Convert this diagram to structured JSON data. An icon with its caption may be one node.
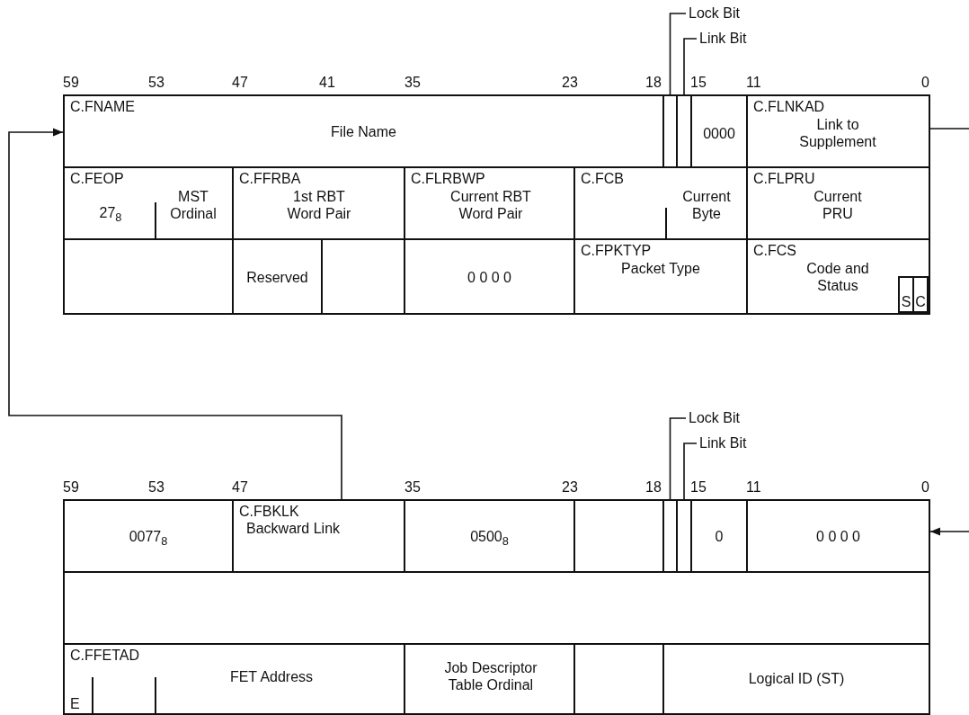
{
  "diagram": {
    "nodes": [
      {
        "text": [
          "Lock Bit"
        ]
      },
      {
        "text": [
          "Link Bit"
        ]
      },
      {
        "text": [
          "C.FNAME",
          "File Name"
        ]
      },
      {
        "text": [],
        "shape": "box"
      },
      {
        "text": [],
        "shape": "box"
      },
      {
        "text": [
          "0000"
        ]
      },
      {
        "text": [
          "C.FLNKAD",
          "Link to Supplement"
        ]
      },
      {
        "text": [
          "C.FEOP",
          "27$_{8}$",
          "MST Ordinal"
        ]
      },
      {
        "text": [
          "C.FFRBA",
          "1st RBT Word Pair"
        ]
      },
      {
        "text": [
          "C.FLRBWP",
          "Current RBT Word Pair"
        ]
      },
      {
        "text": [
          "C.FCB",
          "Current Byte"
        ]
      },
      {
        "text": [
          "C.FLPRU",
          "Current PRU"
        ]
      },
      {
        "text": [],
        "shape": "box"
      },
      {
        "text": [
          "Reserved"
        ]
      },
      {
        "text": [],
        "shape": "box"
      },
      {
        "text": [
          "0 0 0 0"
        ]
      },
      {
        "text": [
          "C.FPKTYP",
          "Packet Type"
        ]
      },
      {
        "text": [
          "C.FCS",
          "Code and Status"
        ]
      },
      {
        "text": [
          "S"
        ],
        "in": 17
      },
      {
        "text": [
          "C"
        ],
        "in": 17
      },
      {
        "text": [
          "Lock Bit"
        ]
      },
      {
        "text": [
          "Link Bit"
        ]
      },
      {
        "text": [
          "0077$_{8}$"
        ]
      },
      {
        "text": [
          "C.FBKLK",
          "Backward Link"
        ]
      },
      {
        "text": [
          "0500$_{8}$"
        ]
      },
      {
        "text": [],
        "shape": "box"
      },
      {
        "text": [],
        "shape": "box"
      },
      {
        "text": [],
        "shape": "box"
      },
      {
        "text": [
          "0"
        ]
      },
      {
        "text": [
          "0 0 0 0"
        ]
      },
      {
        "text": [],
        "shape": "box"
      },
      {
        "text": [
          "C.FFETAD",
          "E",
          "FET Address"
        ]
      },
      {
        "text": [
          "Job Descriptor Table Ordinal"
        ]
      },
      {
        "text": [],
        "shape": "box"
      },
      {
        "text": [
          "Logical ID (ST)"
        ]
      }
    ],
    "edges": [
      {
        "from": 0,
        "to": 3,
        "arrow": "none"
      },
      {
        "from": 1,
        "to": 4,
        "arrow": "none"
      },
      {
        "from": 6,
        "to": null,
        "arrow": "none"
      },
      {
        "from": 20,
        "to": 26,
        "arrow": "none"
      },
      {
        "from": 21,
        "to": 27,
        "arrow": "none"
      },
      {
        "from": 23,
        "to": 2,
        "arrow": "to"
      },
      {
        "from": null,
        "to": 29,
        "arrow": "to"
      }
    ],
    "labels": [
      "59",
      "53",
      "47",
      "41",
      "35",
      "23",
      "18",
      "15",
      "11",
      "0",
      "59",
      "53",
      "47",
      "35",
      "23",
      "18",
      "15",
      "11",
      "0"
    ]
  }
}
